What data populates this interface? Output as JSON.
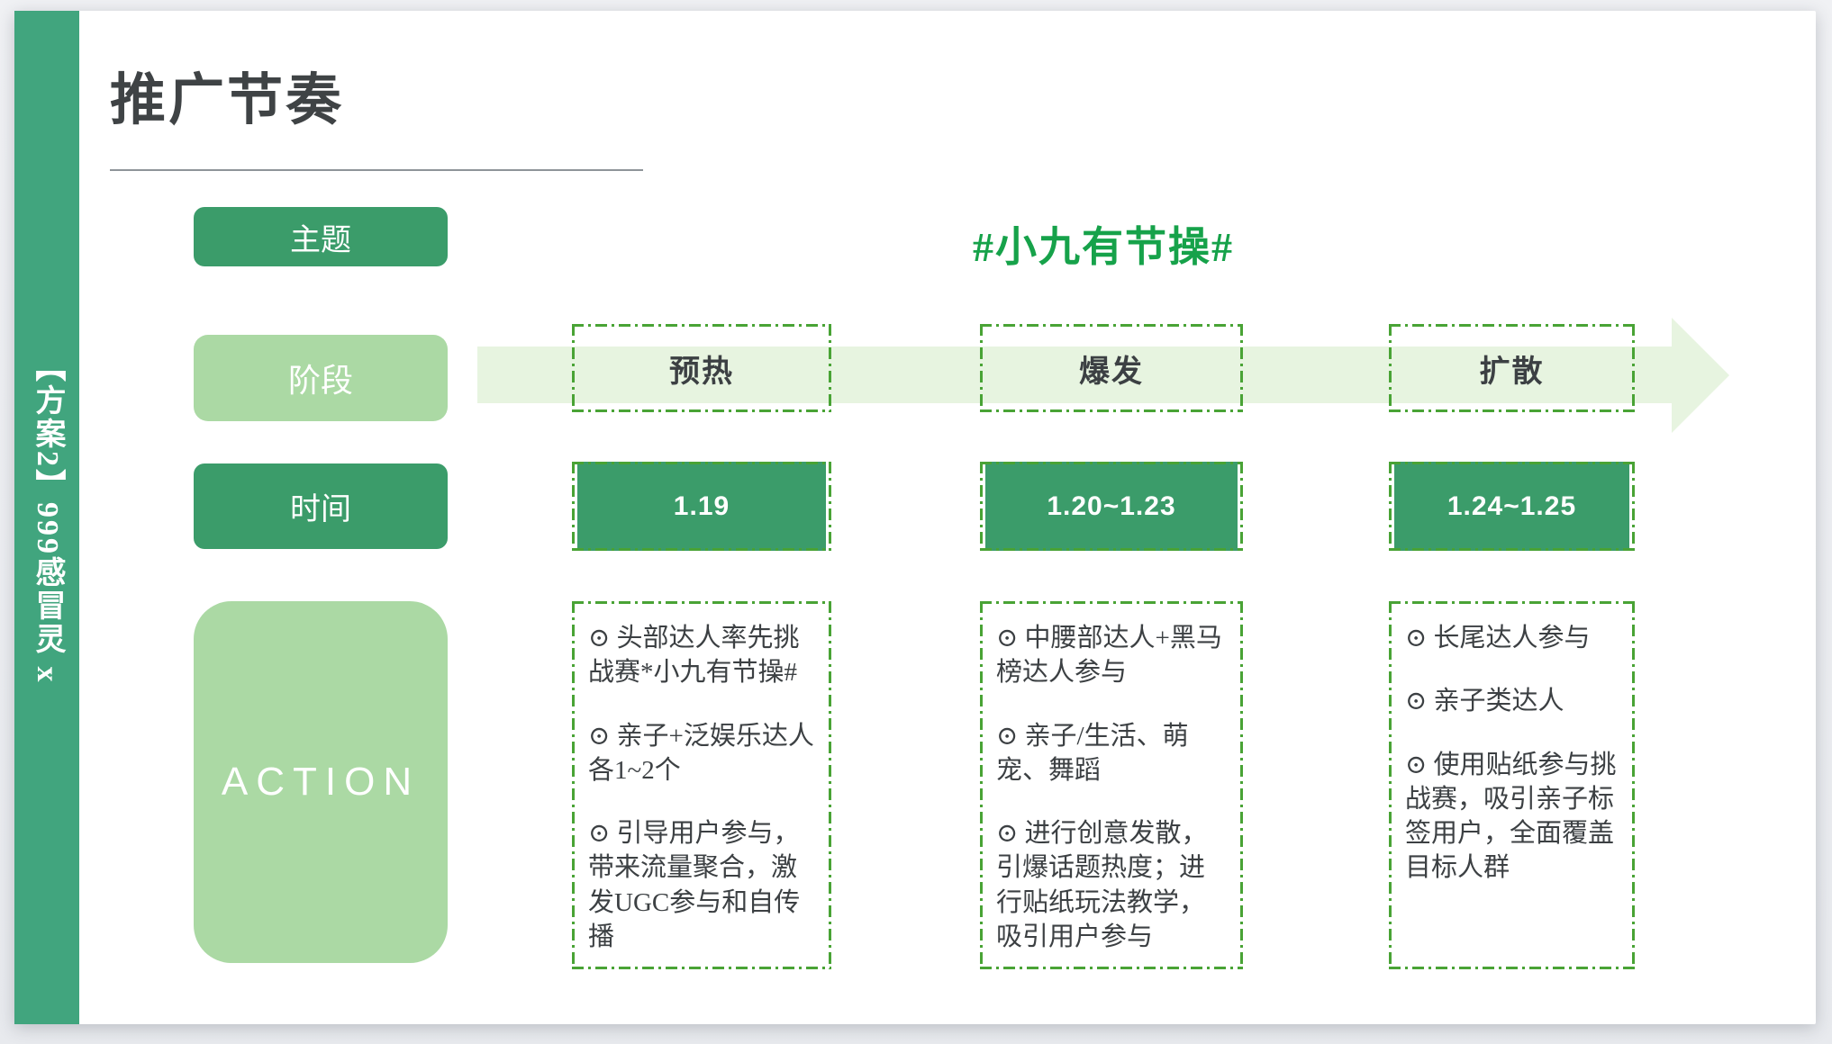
{
  "colors": {
    "sidebar_green": "#41a57e",
    "dark_green": "#3b9c6a",
    "light_green": "#abd9a4",
    "pale_band_green": "#e7f4e0",
    "dash_border_green": "#49a335",
    "hashtag_green": "#16a24a",
    "title_gray": "#3f4345"
  },
  "sidebar": {
    "label": "【方案2】999感冒灵 x"
  },
  "title": "推广节奏",
  "rows": {
    "theme": {
      "label": "主题",
      "value": "#小九有节操#"
    },
    "phase": {
      "label": "阶段",
      "items": [
        "预热",
        "爆发",
        "扩散"
      ]
    },
    "time": {
      "label": "时间",
      "items": [
        "1.19",
        "1.20~1.23",
        "1.24~1.25"
      ]
    },
    "action": {
      "label": "ACTION",
      "columns": [
        {
          "items": [
            "⊙ 头部达人率先挑战赛*小九有节操#",
            "⊙ 亲子+泛娱乐达人各1~2个",
            "⊙ 引导用户参与，带来流量聚合，激发UGC参与和自传播"
          ]
        },
        {
          "items": [
            "⊙ 中腰部达人+黑马榜达人参与",
            "⊙ 亲子/生活、萌宠、舞蹈",
            "⊙ 进行创意发散，引爆话题热度；进行贴纸玩法教学，吸引用户参与"
          ]
        },
        {
          "items": [
            "⊙ 长尾达人参与",
            "⊙ 亲子类达人",
            "⊙ 使用贴纸参与挑战赛，吸引亲子标签用户，全面覆盖目标人群"
          ]
        }
      ]
    }
  }
}
